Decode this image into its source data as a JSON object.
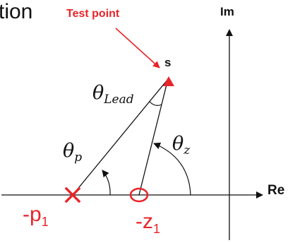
{
  "title_fragment": "tion",
  "test_point_label": "Test point",
  "s_label": "s",
  "im_axis_label": "Im",
  "re_axis_label": "Re",
  "angles": {
    "lead": {
      "symbol": "θ",
      "subscript": "Lead"
    },
    "pole": {
      "symbol": "θ",
      "subscript": "p"
    },
    "zero": {
      "symbol": "θ",
      "subscript": "z"
    }
  },
  "pole_label": {
    "prefix": "-p",
    "subscript": "1"
  },
  "zero_label": {
    "prefix": "-z",
    "subscript": "1"
  },
  "colors": {
    "accent": "#e8252a",
    "ink": "#111111"
  }
}
